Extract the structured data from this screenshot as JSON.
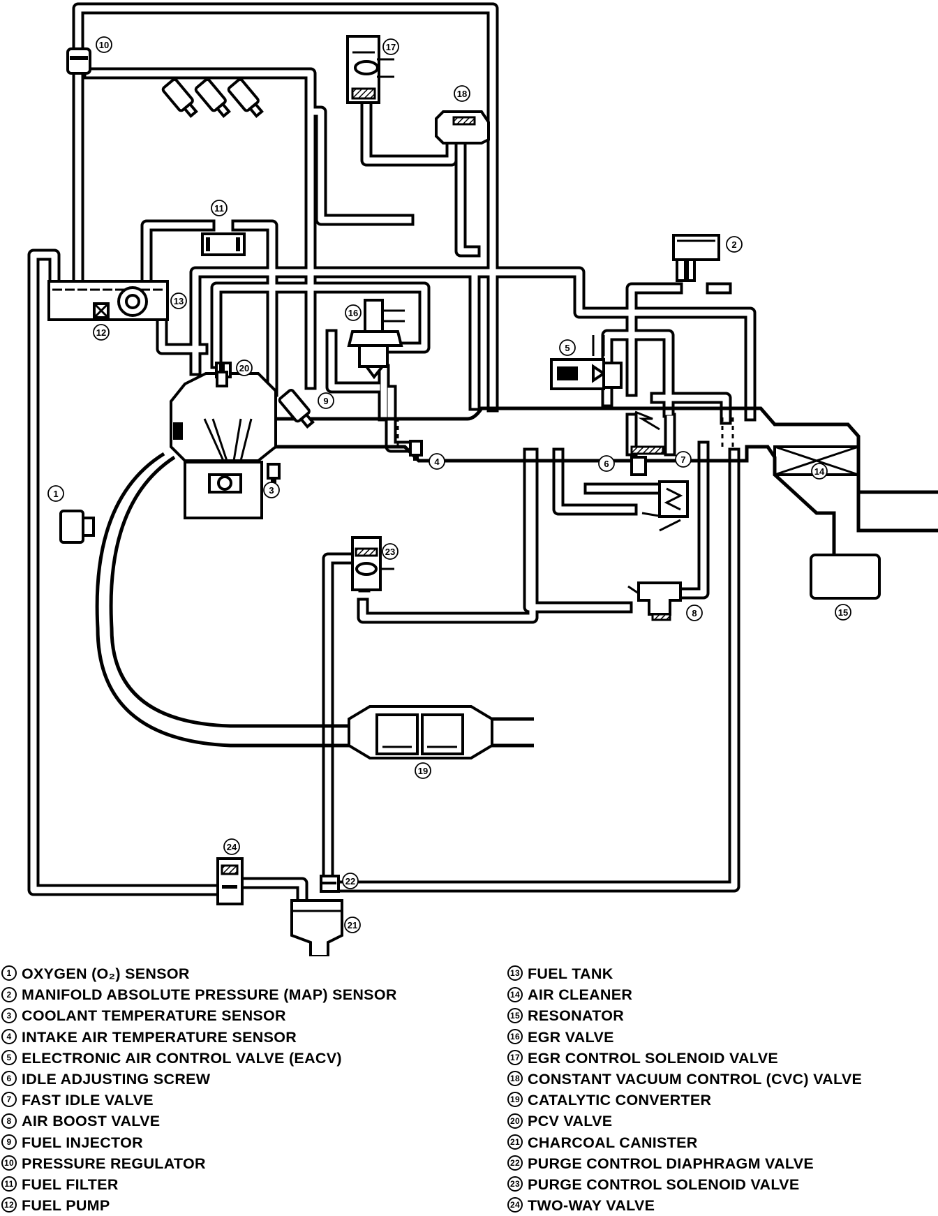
{
  "callout_numbers": [
    "1",
    "2",
    "3",
    "4",
    "5",
    "6",
    "7",
    "8",
    "9",
    "10",
    "11",
    "12",
    "13",
    "14",
    "15",
    "16",
    "17",
    "18",
    "19",
    "20",
    "21",
    "22",
    "23",
    "24"
  ],
  "legend": {
    "left": [
      {
        "num": "1",
        "label": "OXYGEN (O₂) SENSOR"
      },
      {
        "num": "2",
        "label": "MANIFOLD ABSOLUTE PRESSURE (MAP) SENSOR"
      },
      {
        "num": "3",
        "label": "COOLANT TEMPERATURE SENSOR"
      },
      {
        "num": "4",
        "label": "INTAKE AIR TEMPERATURE SENSOR"
      },
      {
        "num": "5",
        "label": "ELECTRONIC AIR CONTROL VALVE (EACV)"
      },
      {
        "num": "6",
        "label": "IDLE ADJUSTING SCREW"
      },
      {
        "num": "7",
        "label": "FAST IDLE VALVE"
      },
      {
        "num": "8",
        "label": "AIR BOOST VALVE"
      },
      {
        "num": "9",
        "label": "FUEL INJECTOR"
      },
      {
        "num": "10",
        "label": "PRESSURE REGULATOR"
      },
      {
        "num": "11",
        "label": "FUEL FILTER"
      },
      {
        "num": "12",
        "label": "FUEL PUMP"
      }
    ],
    "right": [
      {
        "num": "13",
        "label": "FUEL TANK"
      },
      {
        "num": "14",
        "label": "AIR CLEANER"
      },
      {
        "num": "15",
        "label": "RESONATOR"
      },
      {
        "num": "16",
        "label": "EGR VALVE"
      },
      {
        "num": "17",
        "label": "EGR CONTROL SOLENOID VALVE"
      },
      {
        "num": "18",
        "label": "CONSTANT VACUUM CONTROL (CVC) VALVE"
      },
      {
        "num": "19",
        "label": "CATALYTIC CONVERTER"
      },
      {
        "num": "20",
        "label": "PCV VALVE"
      },
      {
        "num": "21",
        "label": "CHARCOAL CANISTER"
      },
      {
        "num": "22",
        "label": "PURGE CONTROL DIAPHRAGM VALVE"
      },
      {
        "num": "23",
        "label": "PURGE CONTROL SOLENOID VALVE"
      },
      {
        "num": "24",
        "label": "TWO-WAY VALVE"
      }
    ]
  }
}
